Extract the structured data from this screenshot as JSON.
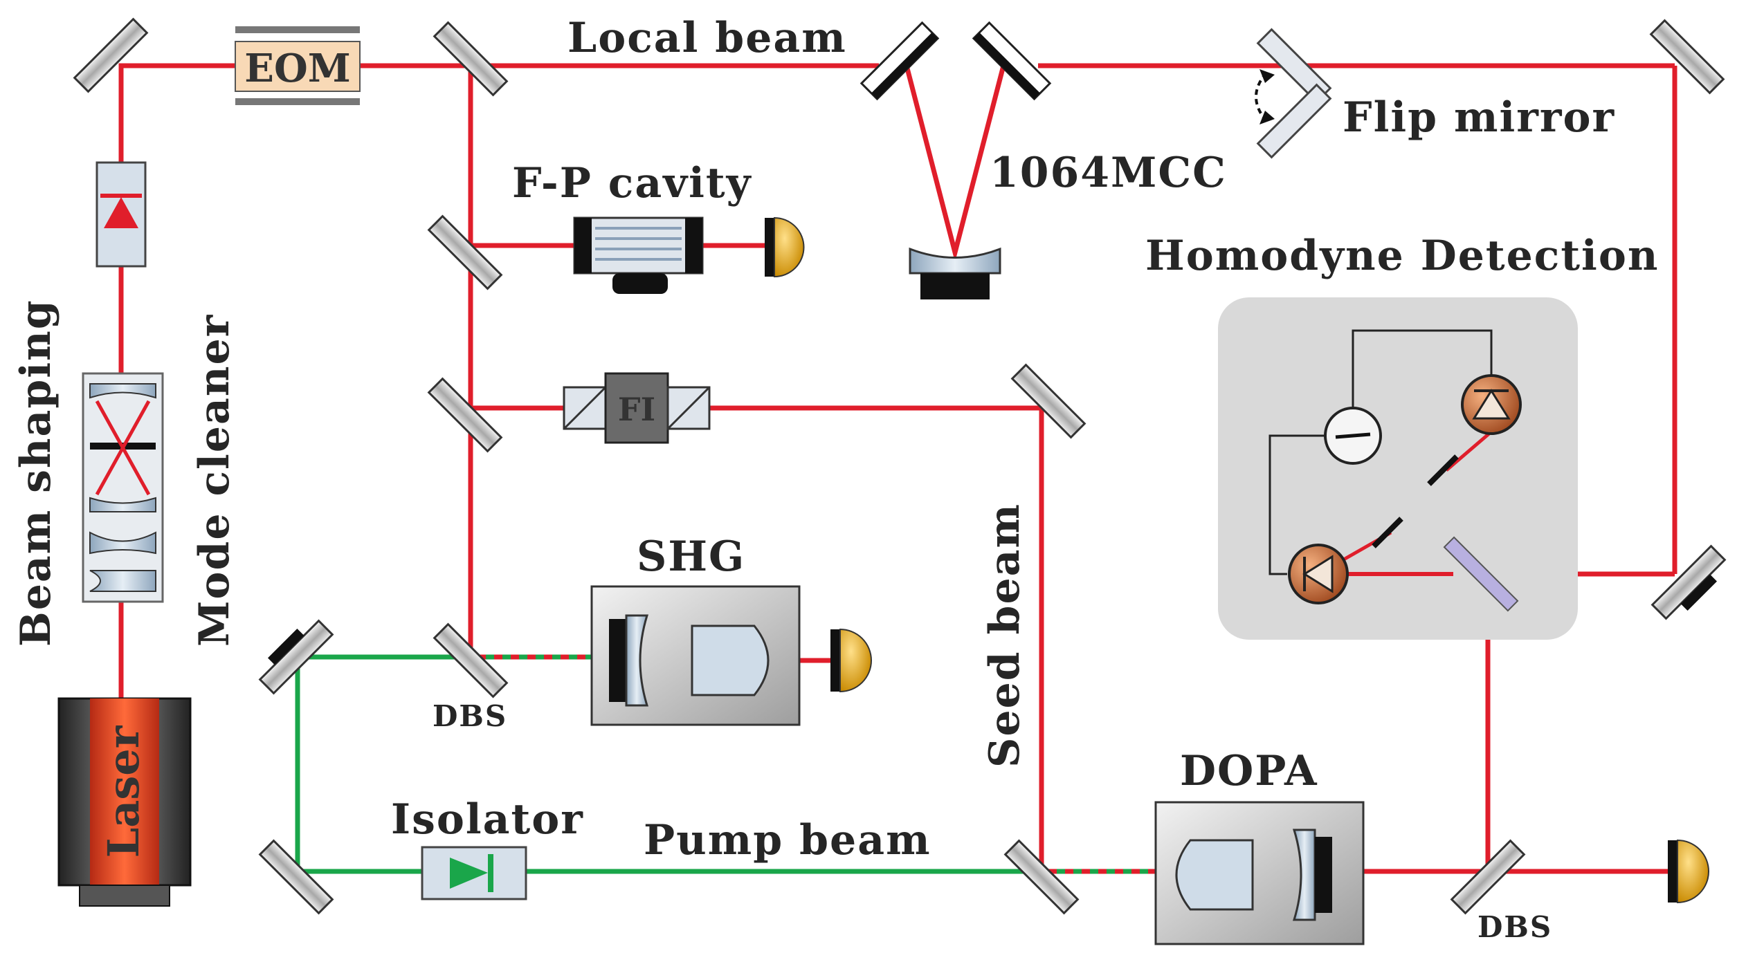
{
  "labels": {
    "eom": "EOM",
    "local_beam": "Local beam",
    "flip_mirror": "Flip mirror",
    "mcc": "1064MCC",
    "fp_cavity": "F-P cavity",
    "homodyne": "Homodyne Detection",
    "fi": "FI",
    "shg": "SHG",
    "dbs_left": "DBS",
    "dbs_right": "DBS",
    "seed_beam": "Seed beam",
    "dopa": "DOPA",
    "isolator": "Isolator",
    "pump_beam": "Pump beam",
    "beam_shaping": "Beam shaping",
    "mode_cleaner": "Mode cleaner",
    "laser": "Laser"
  },
  "colors": {
    "beam_red": "#e01e2b",
    "beam_green": "#1aa64a",
    "detector_gold": "#e0a010",
    "laser_red": "#e84a2a",
    "homodyne_box": "#d9d9d9"
  }
}
